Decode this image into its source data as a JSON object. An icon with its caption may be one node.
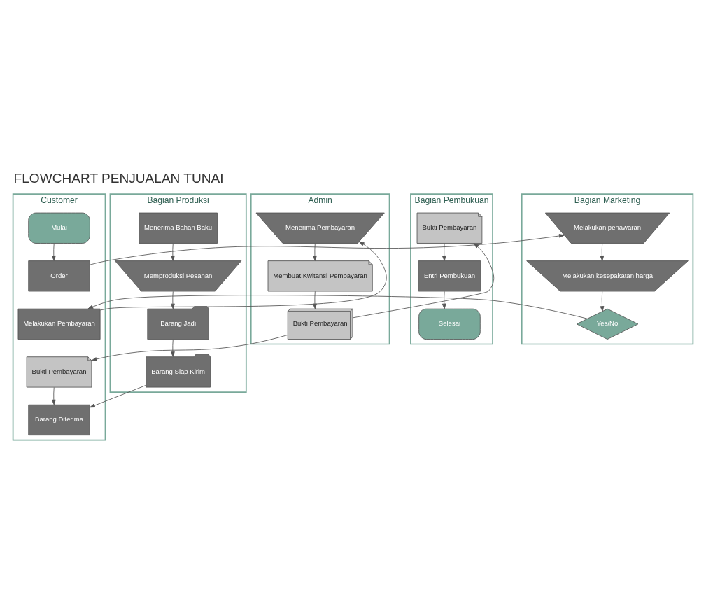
{
  "diagram": {
    "title": "FLOWCHART PENJUALAN TUNAI",
    "nodes": [
      {
        "text": [
          "Customer"
        ]
      },
      {
        "text": [
          "Bagian Marketing"
        ]
      },
      {
        "text": [
          "Admin"
        ]
      },
      {
        "text": [
          "Bagian Pembukuan"
        ]
      },
      {
        "text": [
          "Bagian Produksi"
        ]
      },
      {
        "text": [
          "Mulai"
        ],
        "in": 0
      },
      {
        "text": [
          "Order"
        ],
        "in": 0
      },
      {
        "text": [
          "Melakukan Pembayaran"
        ],
        "in": 0
      },
      {
        "text": [
          "Bukti Pembayaran"
        ],
        "in": 0
      },
      {
        "text": [
          "Barang Diterima"
        ],
        "in": 0
      },
      {
        "text": [
          "Melakukan penawaran"
        ],
        "in": 1
      },
      {
        "text": [
          "Melakukan kesepakatan harga"
        ],
        "in": 1
      },
      {
        "text": [
          "Yes/No"
        ],
        "in": 1
      },
      {
        "text": [
          "Menerima Pembayaran"
        ],
        "in": 2
      },
      {
        "text": [
          "Membuat Kwitansi Pembayaran"
        ],
        "in": 2
      },
      {
        "text": [
          "Bukti Pembayaran"
        ],
        "in": 2
      },
      {
        "text": [
          "Bukti Pembayaran"
        ],
        "in": 3
      },
      {
        "text": [
          "Entri Pembukuan"
        ],
        "in": 3
      },
      {
        "text": [
          "Selesai"
        ],
        "in": 3
      },
      {
        "text": [
          "Menerima Bahan Baku"
        ],
        "in": 4
      },
      {
        "text": [
          "Memproduksi Pesanan"
        ],
        "in": 4
      },
      {
        "text": [
          "Barang Jadi"
        ],
        "in": 4
      },
      {
        "text": [
          "Barang Siap Kirim"
        ],
        "in": 4
      }
    ],
    "edges": [
      {
        "from": 5,
        "to": 6,
        "arrow": "to"
      },
      {
        "from": 6,
        "to": 10,
        "arrow": "to"
      },
      {
        "from": 10,
        "to": 11,
        "arrow": "to"
      },
      {
        "from": 11,
        "to": 12,
        "arrow": "to"
      },
      {
        "from": 12,
        "to": 7,
        "arrow": "to"
      },
      {
        "from": 7,
        "to": 13,
        "arrow": "to"
      },
      {
        "from": 13,
        "to": 14,
        "arrow": "to"
      },
      {
        "from": 14,
        "to": 15,
        "arrow": "to"
      },
      {
        "from": 15,
        "to": 16,
        "arrow": "to"
      },
      {
        "from": 15,
        "to": 8,
        "arrow": "to"
      },
      {
        "from": 16,
        "to": 17,
        "arrow": "to"
      },
      {
        "from": 17,
        "to": 18,
        "arrow": "to"
      },
      {
        "from": 19,
        "to": 20,
        "arrow": "to"
      },
      {
        "from": 20,
        "to": 21,
        "arrow": "to"
      },
      {
        "from": 21,
        "to": 22,
        "arrow": "to"
      },
      {
        "from": 22,
        "to": 9,
        "arrow": "to"
      },
      {
        "from": 8,
        "to": 9,
        "arrow": "to"
      }
    ]
  }
}
